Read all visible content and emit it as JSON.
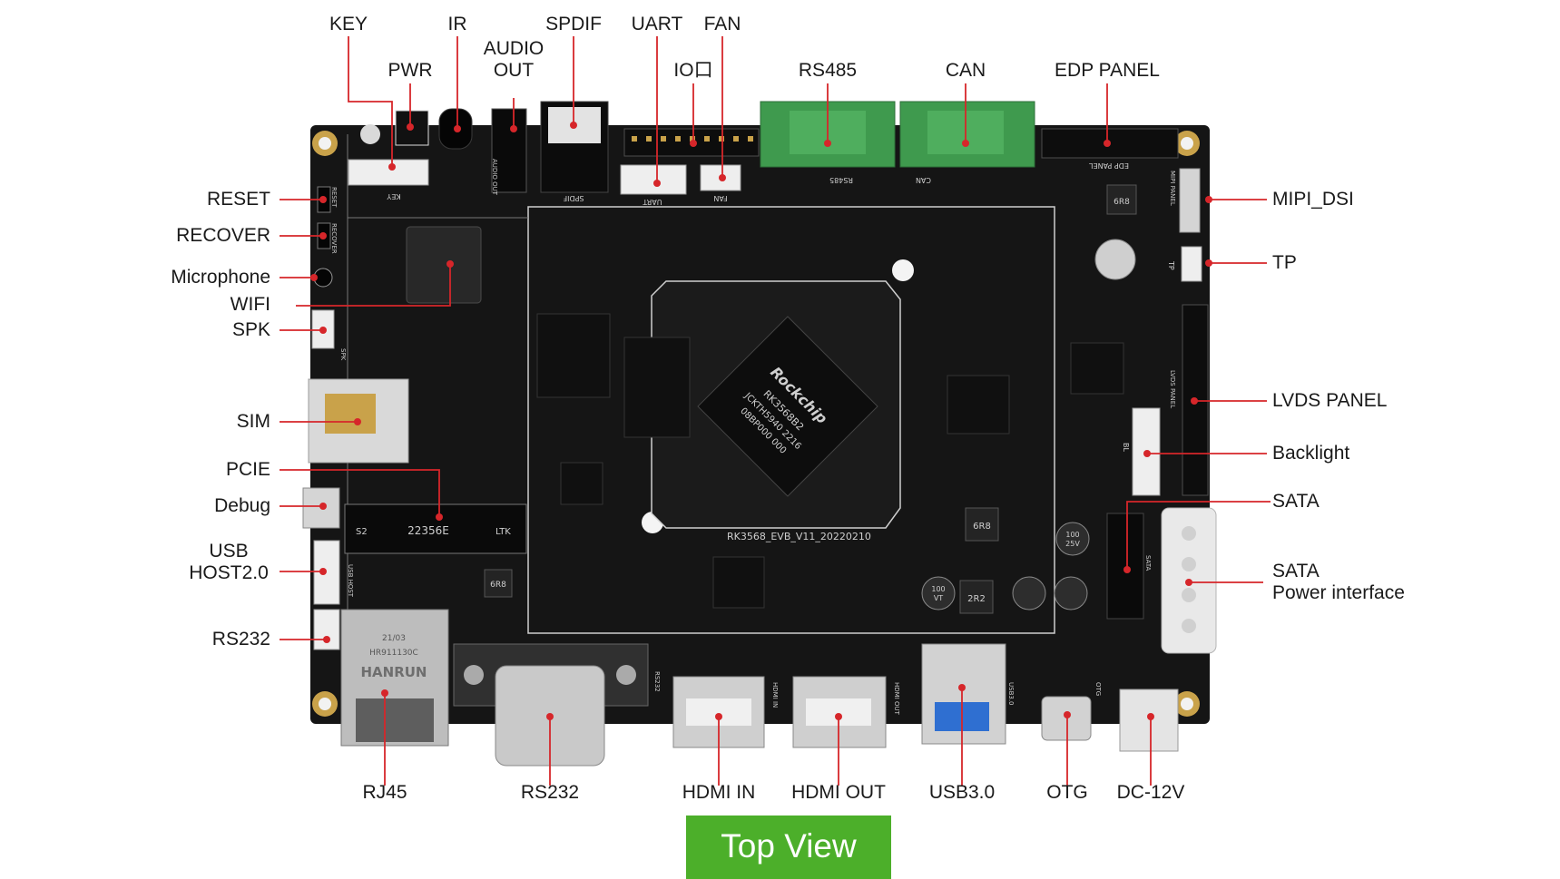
{
  "figure": {
    "title": "Top View",
    "chips": {
      "soc_brand": "Rockchip",
      "soc_model": "RK3568B2",
      "soc_line2": "JCKTH5940 2216",
      "soc_line3": "08BP000 000",
      "board_id": "RK3568_EVB_V11_20220210",
      "pcie_slot_marking": "22356E",
      "pcie_left": "S2",
      "pcie_right": "LTK",
      "rj45_brand": "HANRUN",
      "rj45_model": "HR911130C",
      "rj45_date": "21/03",
      "inductor_a": "6R8",
      "inductor_b": "6R8",
      "inductor_c": "6R8",
      "inductor_d": "2R2",
      "cap_value": "100",
      "cap_voltage": "25V",
      "cap_vt": "VT"
    },
    "silk": {
      "key": "KEY",
      "reset": "RESET",
      "recover": "RECOVER",
      "spk": "SPK",
      "audio_out": "AUDIO OUT",
      "spdif": "SPDIF",
      "uart": "UART",
      "fan": "FAN",
      "rs485": "RS485",
      "can": "CAN",
      "edp_panel": "EDP PANEL",
      "mipi_panel": "MIPI PANEL",
      "tp": "TP",
      "lvds_panel": "LVDS PANEL",
      "bl": "BL",
      "sata": "SATA",
      "usb_host": "USB HOST",
      "rs232": "RS232",
      "hdmi_in": "HDMI IN",
      "hdmi_out": "HDMI OUT",
      "usb3": "USB3.0",
      "otg": "OTG"
    },
    "labels": {
      "key": "KEY",
      "ir": "IR",
      "spdif": "SPDIF",
      "uart": "UART",
      "fan": "FAN",
      "pwr": "PWR",
      "audio_out": "AUDIO\nOUT",
      "io": "IO口",
      "rs485": "RS485",
      "can": "CAN",
      "edp_panel": "EDP PANEL",
      "reset": "RESET",
      "recover": "RECOVER",
      "microphone": "Microphone",
      "wifi": "WIFI",
      "spk": "SPK",
      "sim": "SIM",
      "pcie": "PCIE",
      "debug": "Debug",
      "usb_host": "USB\nHOST2.0",
      "rs232_left": "RS232",
      "mipi_dsi": "MIPI_DSI",
      "tp": "TP",
      "lvds_panel": "LVDS PANEL",
      "backlight": "Backlight",
      "sata": "SATA",
      "sata_power": "SATA\nPower interface",
      "rj45": "RJ45",
      "rs232_bottom": "RS232",
      "hdmi_in": "HDMI IN",
      "hdmi_out": "HDMI OUT",
      "usb3": "USB3.0",
      "otg": "OTG",
      "dc": "DC-12V"
    },
    "colors": {
      "pcb": "#141414",
      "leader": "#d6262a",
      "terminal_green": "#3f9a4e",
      "button_green": "#4caf2a",
      "gold": "#c9a24a"
    }
  }
}
